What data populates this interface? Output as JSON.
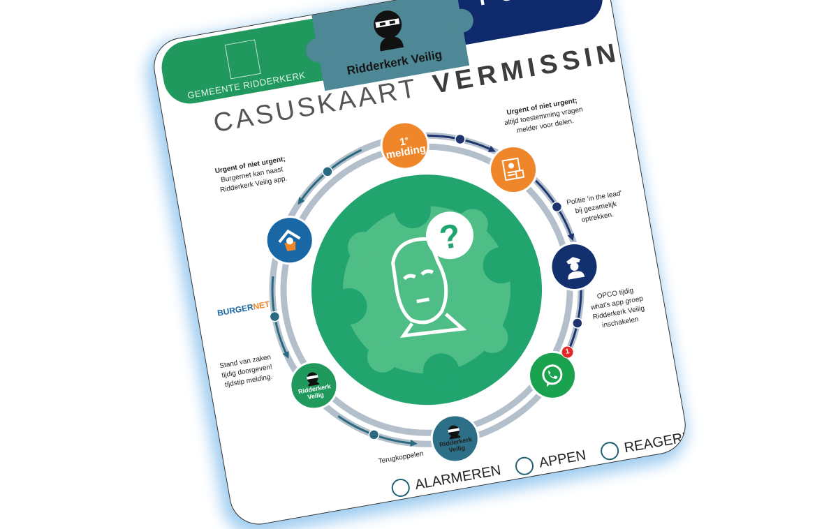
{
  "header": {
    "gemeente": "GEMEENTE RIDDERKERK",
    "rv": "Ridderkerk Veilig",
    "politie": "POLITIE"
  },
  "title": {
    "light": "CASUSKAART",
    "bold": "VERMISSING"
  },
  "nodes": {
    "melding_num": "1",
    "melding_sup": "e",
    "melding_label": "melding",
    "whatsapp_badge": "1",
    "rv_green": [
      "Ridderkerk",
      "Veilig"
    ],
    "rv_teal": [
      "Ridderkerk",
      "Veilig"
    ]
  },
  "burgernet": {
    "part1": "BURGER",
    "part2": "NET"
  },
  "notes": {
    "top_right": [
      "Urgent of niet urgent;",
      "altijd toestemming vragen",
      "melder voor delen."
    ],
    "left": [
      "Urgent of niet urgent;",
      "Burgernet kan naast",
      "Ridderkerk Veilig app."
    ],
    "police": [
      "Politie 'in the lead'",
      "bij gezamelijk",
      "optrekken."
    ],
    "opco": [
      "OPCO tijdig",
      "what's app groep",
      "Ridderkerk Veilig",
      "inschakelen"
    ],
    "stand": [
      "Stand van zaken",
      "tijdig doorgeven!",
      "tijdstip melding."
    ],
    "terug": "Terugkoppelen"
  },
  "footer": [
    "ALARMEREN",
    "APPEN",
    "REAGEREN"
  ],
  "colors": {
    "green": "#21995e",
    "teal": "#4e8795",
    "navy": "#0f2a6c",
    "orange": "#f0862a",
    "ring": "#b3bfcb",
    "whatsapp": "#1aa24f"
  }
}
